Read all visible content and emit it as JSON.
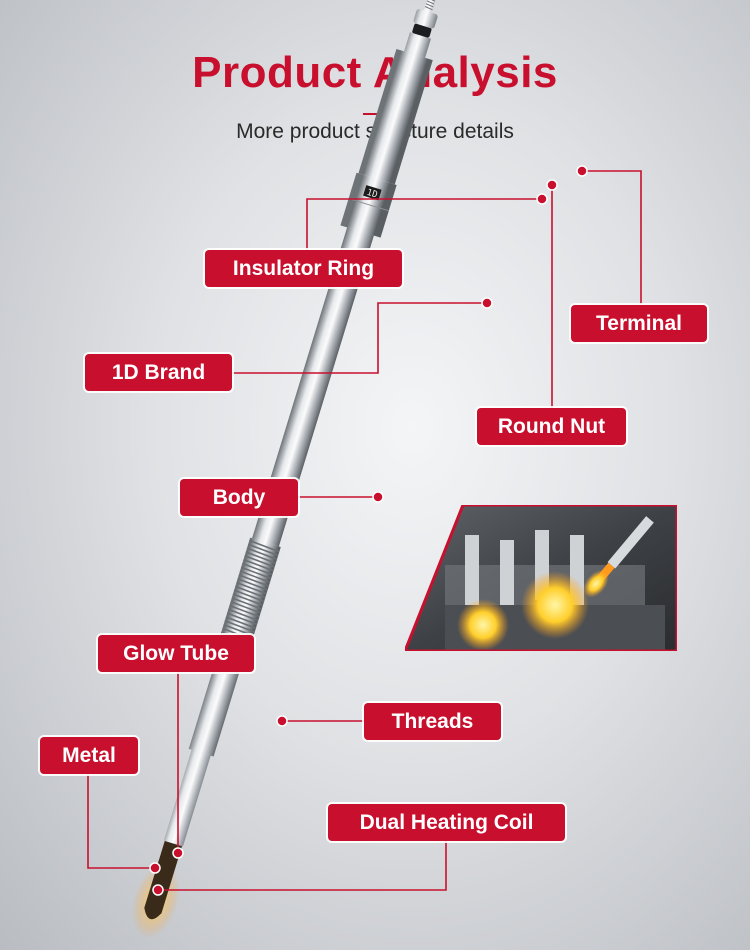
{
  "header": {
    "title": "Product Analysis",
    "subtitle": "More product structure details"
  },
  "labels": {
    "insulator_ring": "Insulator Ring",
    "terminal": "Terminal",
    "brand": "1D Brand",
    "round_nut": "Round Nut",
    "body": "Body",
    "glow_tube": "Glow Tube",
    "threads": "Threads",
    "metal": "Metal",
    "dual_heating_coil": "Dual Heating Coil"
  },
  "product": {
    "brand_mark": "1D"
  },
  "colors": {
    "accent": "#c8102e",
    "label_text": "#ffffff",
    "subtitle": "#2a2a2a"
  }
}
